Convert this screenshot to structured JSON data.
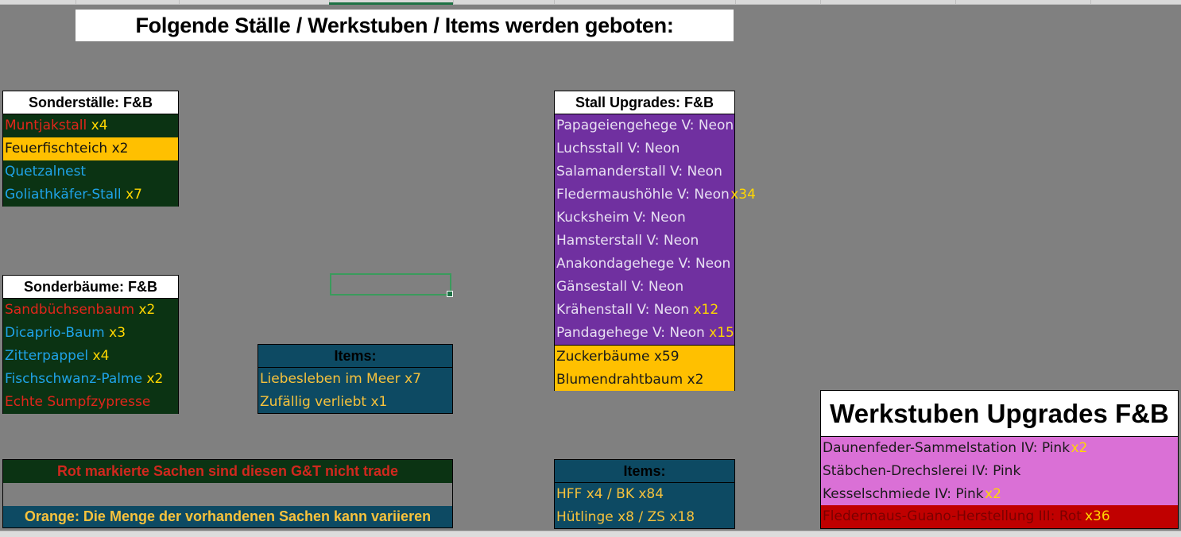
{
  "title": "Folgende Ställe / Werkstuben / Items werden geboten:",
  "sonderstaelle": {
    "header": "Sonderställe:  F&B",
    "items": [
      {
        "name": "Muntjakstall",
        "qty": "x4"
      },
      {
        "name": "Feuerfischteich",
        "qty": "x2"
      },
      {
        "name": "Quetzalnest",
        "qty": ""
      },
      {
        "name": "Goliathkäfer-Stall",
        "qty": "x7"
      }
    ]
  },
  "sonderbaeume": {
    "header": "Sonderbäume: F&B",
    "items": [
      {
        "name": "Sandbüchsenbaum",
        "qty": "x2"
      },
      {
        "name": "Dicaprio-Baum",
        "qty": "x3"
      },
      {
        "name": "Zitterpappel",
        "qty": "x4"
      },
      {
        "name": "Fischschwanz-Palme",
        "qty": "x2"
      },
      {
        "name": "Echte Sumpfzypresse",
        "qty": ""
      }
    ]
  },
  "items1": {
    "header": "Items:",
    "items": [
      {
        "name": "Liebesleben im Meer",
        "qty": "x7"
      },
      {
        "name": "Zufällig verliebt",
        "qty": "x1"
      }
    ]
  },
  "stall_upgrades": {
    "header": "Stall Upgrades: F&B",
    "items": [
      {
        "name": "Papageiengehege V: Neon",
        "qty": ""
      },
      {
        "name": "Luchsstall V: Neon",
        "qty": ""
      },
      {
        "name": "Salamanderstall V: Neon",
        "qty": ""
      },
      {
        "name": "Fledermaushöhle V: Neon",
        "qty": "x34"
      },
      {
        "name": "Kucksheim V: Neon",
        "qty": ""
      },
      {
        "name": "Hamsterstall V: Neon",
        "qty": ""
      },
      {
        "name": "Anakondagehege V: Neon",
        "qty": ""
      },
      {
        "name": "Gänsestall V: Neon",
        "qty": ""
      },
      {
        "name": "Krähenstall V: Neon",
        "qty": "x12"
      },
      {
        "name": "Pandagehege V: Neon",
        "qty": "x15"
      }
    ],
    "extra": [
      {
        "name": "Zuckerbäume x59"
      },
      {
        "name": "Blumendrahtbaum x2"
      }
    ]
  },
  "items2": {
    "header": "Items:",
    "items": [
      {
        "name": "HFF x4 / BK x84"
      },
      {
        "name": "Hütlinge x8  / ZS x18"
      }
    ]
  },
  "legend": {
    "red_note": "Rot markierte Sachen sind diesen G&T nicht trade",
    "orange_note": "Orange: Die Menge der vorhandenen Sachen kann variieren"
  },
  "werkstuben": {
    "header": "Werkstuben Upgrades F&B",
    "items": [
      {
        "name": "Daunenfeder-Sammelstation IV: Pink",
        "qty": "x2"
      },
      {
        "name": "Stäbchen-Drechslerei IV: Pink",
        "qty": ""
      },
      {
        "name": "Kesselschmiede IV: Pink",
        "qty": "x2"
      },
      {
        "name": "Fledermaus-Guano-Herstellung III: Rot",
        "qty": "x36"
      }
    ]
  },
  "colors": {
    "background": "#808080",
    "dark_green": "#0b3313",
    "orange": "#ffc000",
    "purple": "#7030a0",
    "teal": "#0d4a63",
    "pink": "#da70d6",
    "dark_red": "#c00000"
  }
}
